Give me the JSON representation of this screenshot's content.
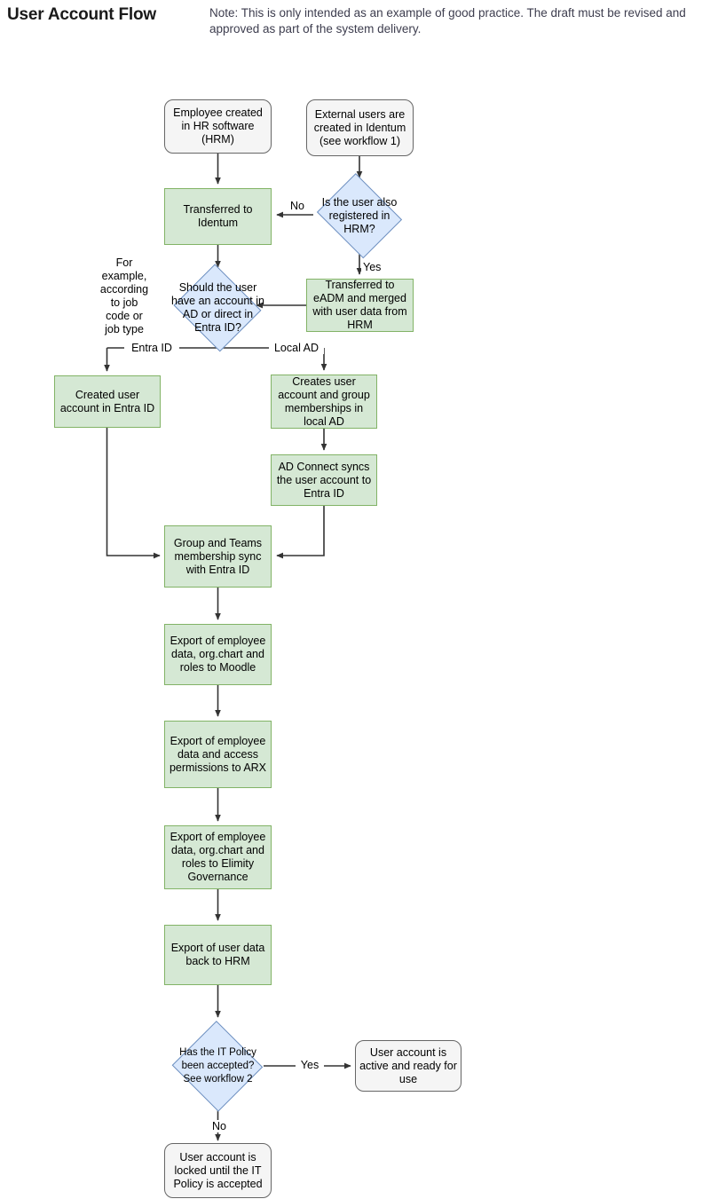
{
  "header": {
    "title": "User Account Flow",
    "note": "Note: This is only intended as an example of good practice. The draft must be revised and approved as part of the system delivery."
  },
  "colors": {
    "terminator_fill": "#f5f5f5",
    "terminator_stroke": "#666666",
    "process_fill": "#d5e8d4",
    "process_stroke": "#82b366",
    "decision_fill": "#dae8fc",
    "decision_stroke": "#6c8ebf",
    "edge": "#333333",
    "title": "#1a1a1a",
    "note": "#3d3d4e"
  },
  "chart_data": {
    "type": "diagram",
    "title": "User Account Flow",
    "orientation": "top-to-bottom",
    "nodes": [
      {
        "id": "n1",
        "shape": "rounded-rect",
        "style": "terminator",
        "label": "Employee created in HR software (HRM)"
      },
      {
        "id": "n2",
        "shape": "rounded-rect",
        "style": "terminator",
        "label": "External users are created in Identum (see workflow 1)"
      },
      {
        "id": "n3",
        "shape": "rect",
        "style": "process",
        "label": "Transferred to Identum"
      },
      {
        "id": "n4",
        "shape": "diamond",
        "style": "decision",
        "label": "Is the user also registered in HRM?"
      },
      {
        "id": "n5",
        "shape": "rect",
        "style": "process",
        "label": "Transferred to eADM and merged with user data from HRM"
      },
      {
        "id": "n6",
        "shape": "diamond",
        "style": "decision",
        "label": "Should the user have an account in AD or direct in Entra ID?"
      },
      {
        "id": "n7",
        "shape": "rect",
        "style": "process",
        "label": "Created user account in Entra ID"
      },
      {
        "id": "n8",
        "shape": "rect",
        "style": "process",
        "label": "Creates user account and group memberships in local AD"
      },
      {
        "id": "n9",
        "shape": "rect",
        "style": "process",
        "label": "AD Connect syncs the user account to Entra ID"
      },
      {
        "id": "n10",
        "shape": "rect",
        "style": "process",
        "label": "Group and Teams membership sync with Entra ID"
      },
      {
        "id": "n11",
        "shape": "rect",
        "style": "process",
        "label": "Export of employee data, org.chart and roles to Moodle"
      },
      {
        "id": "n12",
        "shape": "rect",
        "style": "process",
        "label": "Export of employee data and access permissions to ARX"
      },
      {
        "id": "n13",
        "shape": "rect",
        "style": "process",
        "label": "Export of employee data, org.chart and roles to Elimity Governance"
      },
      {
        "id": "n14",
        "shape": "rect",
        "style": "process",
        "label": "Export of user data back to HRM"
      },
      {
        "id": "n15",
        "shape": "diamond",
        "style": "decision",
        "label": "Has the IT Policy been accepted? See workflow 2"
      },
      {
        "id": "n16",
        "shape": "rounded-rect",
        "style": "terminator",
        "label": "User account is active and ready for use"
      },
      {
        "id": "n17",
        "shape": "rounded-rect",
        "style": "terminator",
        "label": "User account is locked until the IT Policy is accepted"
      }
    ],
    "edges": [
      {
        "from": "n1",
        "to": "n3",
        "label": ""
      },
      {
        "from": "n2",
        "to": "n4",
        "label": ""
      },
      {
        "from": "n4",
        "to": "n3",
        "label": "No"
      },
      {
        "from": "n4",
        "to": "n5",
        "label": "Yes"
      },
      {
        "from": "n5",
        "to": "n6",
        "label": ""
      },
      {
        "from": "n3",
        "to": "n6",
        "label": ""
      },
      {
        "from": "n6",
        "to": "n7",
        "label": "Entra ID"
      },
      {
        "from": "n6",
        "to": "n8",
        "label": "Local AD"
      },
      {
        "from": "n8",
        "to": "n9",
        "label": ""
      },
      {
        "from": "n7",
        "to": "n10",
        "label": ""
      },
      {
        "from": "n9",
        "to": "n10",
        "label": ""
      },
      {
        "from": "n10",
        "to": "n11",
        "label": ""
      },
      {
        "from": "n11",
        "to": "n12",
        "label": ""
      },
      {
        "from": "n12",
        "to": "n13",
        "label": ""
      },
      {
        "from": "n13",
        "to": "n14",
        "label": ""
      },
      {
        "from": "n14",
        "to": "n15",
        "label": ""
      },
      {
        "from": "n15",
        "to": "n16",
        "label": "Yes"
      },
      {
        "from": "n15",
        "to": "n17",
        "label": "No"
      }
    ],
    "annotations": [
      {
        "id": "a1",
        "text": "For example, according to job code or job type",
        "attached_to": "n6"
      }
    ],
    "edge_labels": {
      "no_top": "No",
      "yes_top": "Yes",
      "entra_id": "Entra ID",
      "local_ad": "Local AD",
      "yes_bottom": "Yes",
      "no_bottom": "No"
    }
  }
}
